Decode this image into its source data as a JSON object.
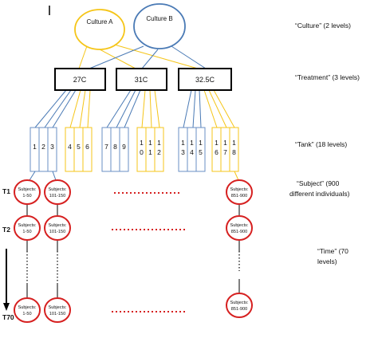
{
  "cultures": [
    "Culture A",
    "Culture B"
  ],
  "treatments": [
    "27C",
    "31C",
    "32.5C"
  ],
  "tanks": [
    "1",
    "2",
    "3",
    "4",
    "5",
    "6",
    "7",
    "8",
    "9",
    "1\n0",
    "1\n1",
    "1\n2",
    "1\n3",
    "1\n4",
    "1\n5",
    "1\n6",
    "1\n7",
    "1\n8"
  ],
  "subjects": [
    "Subjects:\n1-50",
    "Subjects:\n101-150",
    "Subjects:\n851-900"
  ],
  "time_points": [
    "T1",
    "T2",
    "T70"
  ],
  "levels": {
    "culture": "“Culture” (2 levels)",
    "treatment": "“Treatment” (3 levels)",
    "tank": "“Tank” (18 levels)",
    "subject_line1": "“Subject” (900",
    "subject_line2": "different individuals)",
    "time_line1": "“Time” (70",
    "time_line2": "levels)"
  },
  "colors": {
    "culture_a": "#f5c518",
    "culture_b": "#4a7ab5",
    "tank_a": "#f5c518",
    "tank_b": "#6a8fc4",
    "subject_circle": "#d62020",
    "dots": "#d62020",
    "box": "#000000"
  }
}
